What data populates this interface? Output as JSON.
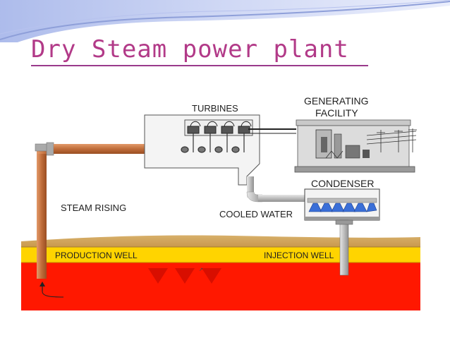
{
  "slide": {
    "title": "Dry Steam power plant"
  },
  "diagram": {
    "labels": {
      "turbines": "TURBINES",
      "generating_line1": "GENERATING",
      "generating_line2": "FACILITY",
      "condenser": "CONDENSER",
      "steam_rising": "STEAM RISING",
      "cooled_water": "COOLED WATER",
      "production_well": "PRODUCTION WELL",
      "injection_well": "INJECTION WELL"
    },
    "colors": {
      "title": "#b23a88",
      "sky": "#ffffff",
      "ground": "#cfa255",
      "aquifer": "#ffd700",
      "magma": "#ff1a00",
      "pipe": "#c8743f",
      "steel": "#c8c8c8"
    }
  }
}
